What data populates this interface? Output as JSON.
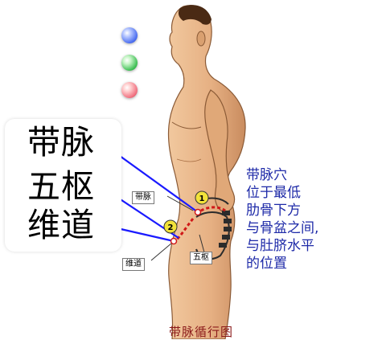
{
  "labels": {
    "daimai": "带脉",
    "wushu": "五枢",
    "weidao": "维道"
  },
  "tags": {
    "daimai": "带脉",
    "weidao": "维道",
    "wushu": "五枢"
  },
  "markers": {
    "one": "1",
    "two": "2"
  },
  "description": [
    "带脉穴",
    "位于最低",
    "肋骨下方",
    "与骨盆之间,",
    "与肚脐水平",
    "的位置"
  ],
  "caption": "带脉循行图",
  "colors": {
    "skin": "#e9b98c",
    "skin_shadow": "#c98c5f",
    "line": "#1a1aff",
    "meridian": "#d01818",
    "text_blue": "#1e2aa8",
    "marker": "#f2e23a"
  },
  "nav_icons": [
    "blue-orb-icon",
    "green-orb-icon",
    "red-orb-icon"
  ]
}
